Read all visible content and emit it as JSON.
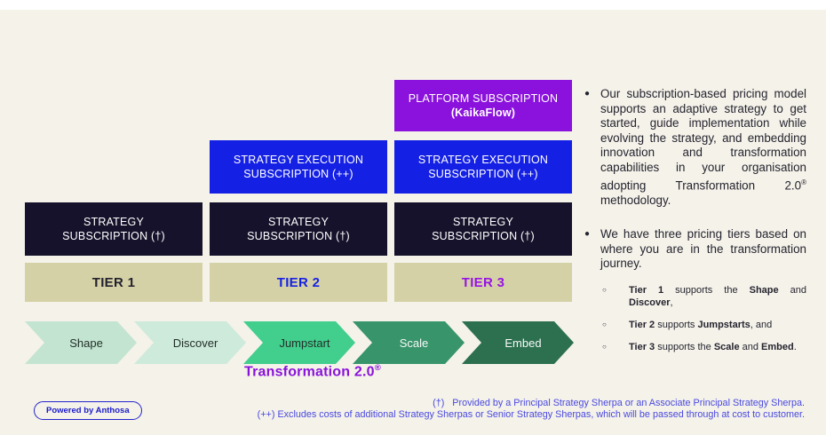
{
  "colors": {
    "background": "#F4F2E9",
    "platform_purple": "#8B12DC",
    "execution_blue": "#1420E4",
    "strategy_navy": "#16122B",
    "tier_tan": "#D5D1A6",
    "tier2_text": "#1722E2",
    "tier3_text": "#9713E4",
    "chevron_shape": "#C3E4D0",
    "chevron_discover": "#CEEADB",
    "chevron_jumpstart": "#42CE8D",
    "chevron_scale": "#38946B",
    "chevron_embed": "#2D7050",
    "footer_blue": "#4A49E0"
  },
  "matrix": {
    "platform": {
      "line1": "PLATFORM SUBSCRIPTION",
      "line2": "(KaikaFlow)"
    },
    "execution": {
      "line1": "STRATEGY EXECUTION",
      "line2": "SUBSCRIPTION (++)"
    },
    "strategy": {
      "line1": "STRATEGY",
      "line2": "SUBSCRIPTION (†)"
    },
    "tiers": {
      "t1": "TIER 1",
      "t2": "TIER 2",
      "t3": "TIER 3"
    }
  },
  "journey": {
    "steps": [
      "Shape",
      "Discover",
      "Jumpstart",
      "Scale",
      "Embed"
    ],
    "label": "Transformation 2.0",
    "label_sup": "®"
  },
  "panel": {
    "bullet1": {
      "pre": "Our subscription-based pricing model supports an adaptive strategy to get started, guide implementation while evolving the strategy, and embedding innovation and transformation capabilities in your organisation adopting Transformation 2.0",
      "sup": "®",
      "post": " methodology."
    },
    "bullet2": "We have three pricing tiers based on where you are in the transformation journey.",
    "sub1": {
      "b1": "Tier 1",
      "t1": " supports the ",
      "b2": "Shape",
      "t2": " and ",
      "b3": "Discover",
      "t3": ","
    },
    "sub2": {
      "b1": "Tier 2",
      "t1": " supports ",
      "b2": "Jumpstarts",
      "t3": ", and"
    },
    "sub3": {
      "b1": "Tier 3",
      "t1": " supports the ",
      "b2": "Scale",
      "t2": " and ",
      "b3": "Embed",
      "t3": "."
    }
  },
  "footer": {
    "badge": "Powered by Anthosa",
    "note1": "(†)   Provided by a Principal Strategy Sherpa or an Associate Principal Strategy Sherpa.",
    "note2": "(++) Excludes costs of additional Strategy Sherpas or Senior Strategy Sherpas, which will be passed through at cost to customer."
  },
  "markers": {
    "bullet": "●",
    "sub_bullet": "○"
  }
}
